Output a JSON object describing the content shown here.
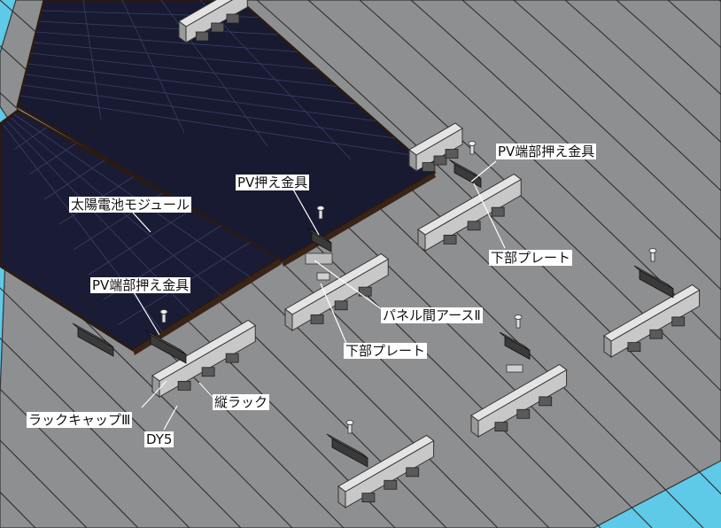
{
  "colors": {
    "background": "#5fc9e8",
    "roof": "#8e8f91",
    "panel": "#1c1e3a",
    "rack": "#bcbcbc"
  },
  "labels": {
    "pv_clamp_end_top": "PV端部押え金具",
    "pv_clamp": "PV押え金具",
    "solar_module": "太陽電池モジュール",
    "lower_plate_right": "下部プレート",
    "pv_clamp_end_left": "PV端部押え金具",
    "panel_earth": "パネル間アースⅡ",
    "lower_plate_center": "下部プレート",
    "vertical_rack": "縦ラック",
    "rack_cap": "ラックキャップⅢ",
    "dy5": "DY5"
  }
}
